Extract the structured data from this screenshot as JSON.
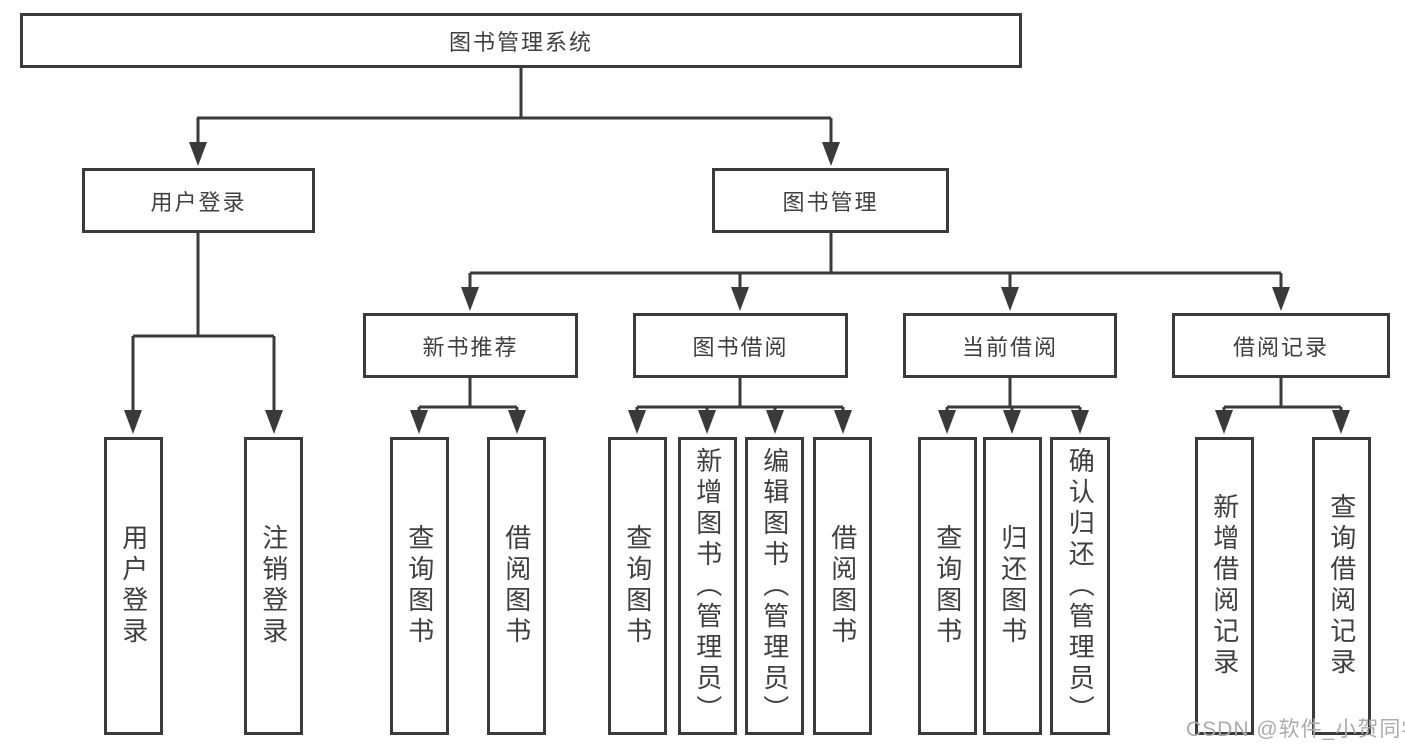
{
  "nodes": {
    "root": {
      "label": "图书管理系统"
    },
    "level2": [
      {
        "label": "用户登录"
      },
      {
        "label": "图书管理"
      }
    ],
    "level3": [
      {
        "label": "新书推荐",
        "parent": "图书管理"
      },
      {
        "label": "图书借阅",
        "parent": "图书管理"
      },
      {
        "label": "当前借阅",
        "parent": "图书管理"
      },
      {
        "label": "借阅记录",
        "parent": "图书管理"
      }
    ],
    "leaves": [
      {
        "label": "用户登录",
        "parent": "用户登录"
      },
      {
        "label": "注销登录",
        "parent": "用户登录"
      },
      {
        "label": "查询图书",
        "parent": "新书推荐"
      },
      {
        "label": "借阅图书",
        "parent": "新书推荐"
      },
      {
        "label": "查询图书",
        "parent": "图书借阅"
      },
      {
        "label": "新增图书（管理员）",
        "parent": "图书借阅"
      },
      {
        "label": "编辑图书（管理员）",
        "parent": "图书借阅"
      },
      {
        "label": "借阅图书",
        "parent": "图书借阅"
      },
      {
        "label": "查询图书",
        "parent": "当前借阅"
      },
      {
        "label": "归还图书",
        "parent": "当前借阅"
      },
      {
        "label": "确认归还（管理员）",
        "parent": "当前借阅"
      },
      {
        "label": "新增借阅记录",
        "parent": "借阅记录"
      },
      {
        "label": "查询借阅记录",
        "parent": "借阅记录"
      }
    ]
  },
  "watermark": {
    "text": "CSDN @软件_小贺同学"
  },
  "colors": {
    "line": "#3a3a3a",
    "border": "#3a3a3a",
    "text": "#3f3f3f",
    "watermark": "#ababab",
    "background": "#ffffff"
  }
}
